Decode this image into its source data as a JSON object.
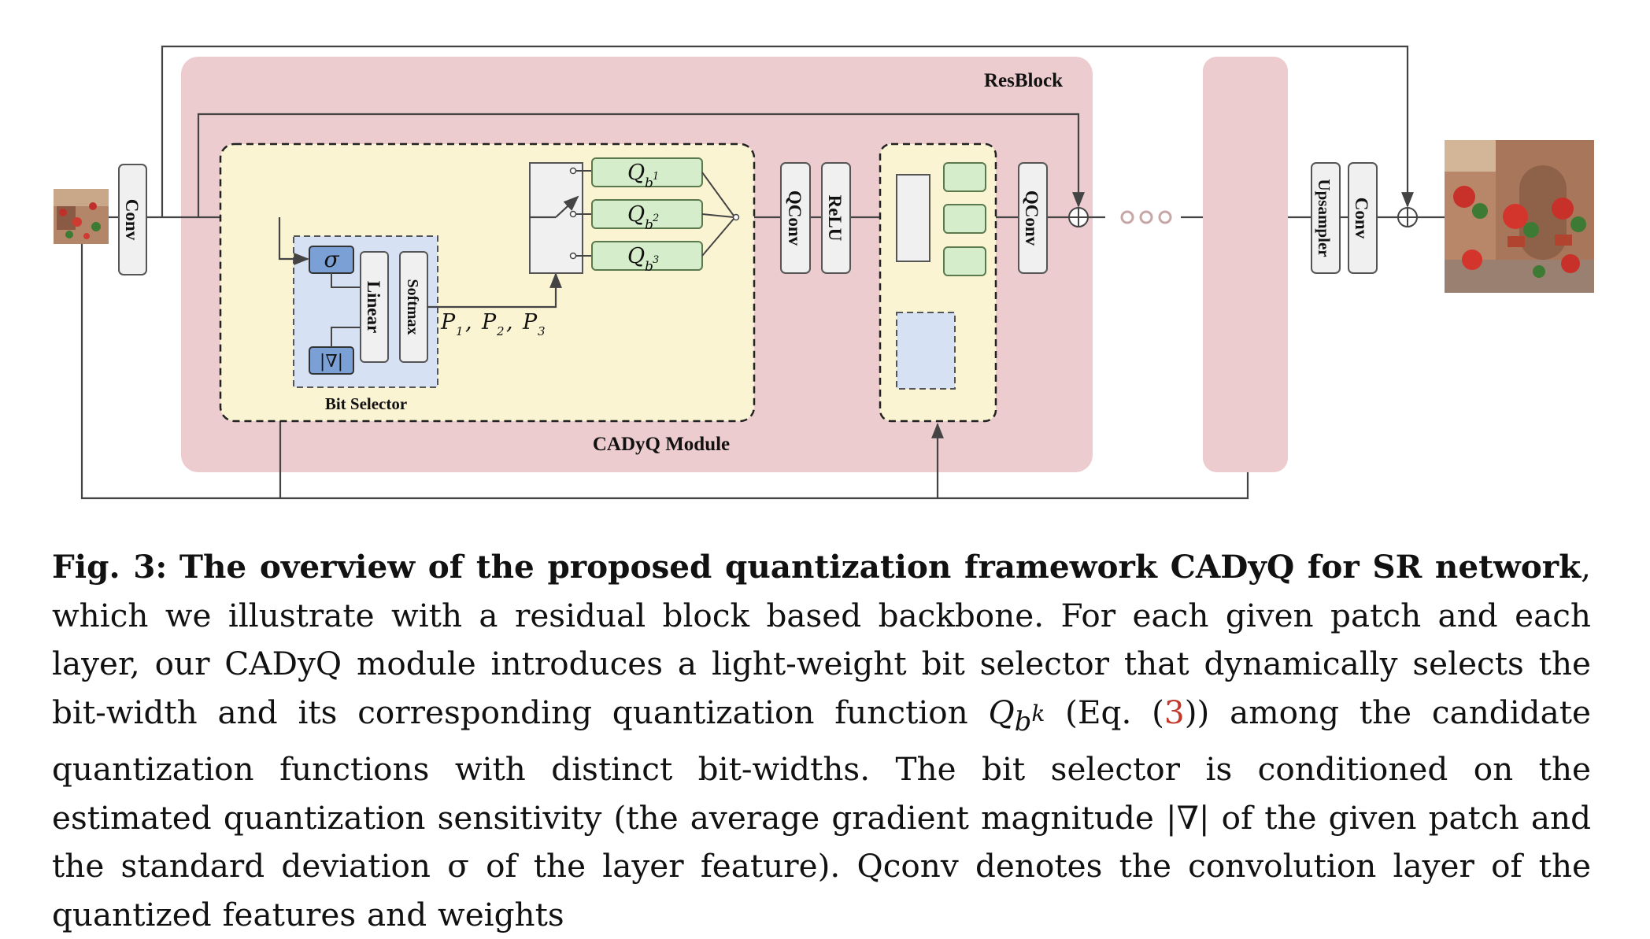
{
  "figure": {
    "resblock_label": "ResBlock",
    "cadyq_label": "CADyQ Module",
    "bit_selector_label": "Bit Selector",
    "conv_in": "Conv",
    "qconv1": "QConv",
    "relu": "ReLU",
    "qconv2": "QConv",
    "upsampler": "Upsampler",
    "conv_out": "Conv",
    "linear": "Linear",
    "softmax": "Softmax",
    "sigma": "σ",
    "grad": "|∇|",
    "q_labels": [
      "1",
      "2",
      "3"
    ],
    "p_labels": [
      "1",
      "2",
      "3"
    ],
    "colors": {
      "resblock_bg": "#ecccce",
      "module_bg": "#fbf4d3",
      "selector_bg": "#d6e2f3",
      "quant_green": "#d6edcc",
      "quant_border": "#5a7a4e",
      "blue_box": "#7ba0d6",
      "block_gray": "#f0f0f0"
    }
  },
  "caption": {
    "fig_label": "Fig. 3:",
    "bold_title": "The overview of the proposed quantization framework CADyQ for SR network",
    "part1": ", which we illustrate with a residual block based backbone. For each given patch and each layer, our CADyQ module introduces a light-weight bit selector that dynamically selects the bit-width and its corresponding quantization function ",
    "qbk_symbol": "Q",
    "qbk_sub": "b",
    "qbk_sup": "k",
    "part2": " (Eq. (",
    "eq_ref": "3",
    "part3": ")) among the candidate quantization functions with distinct bit-widths. The bit selector is conditioned on the estimated quantization sensitivity (the average gradient magnitude |∇| of the given patch and the standard deviation σ of the layer feature). Qconv denotes the convolution layer of the quantized features and weights"
  }
}
